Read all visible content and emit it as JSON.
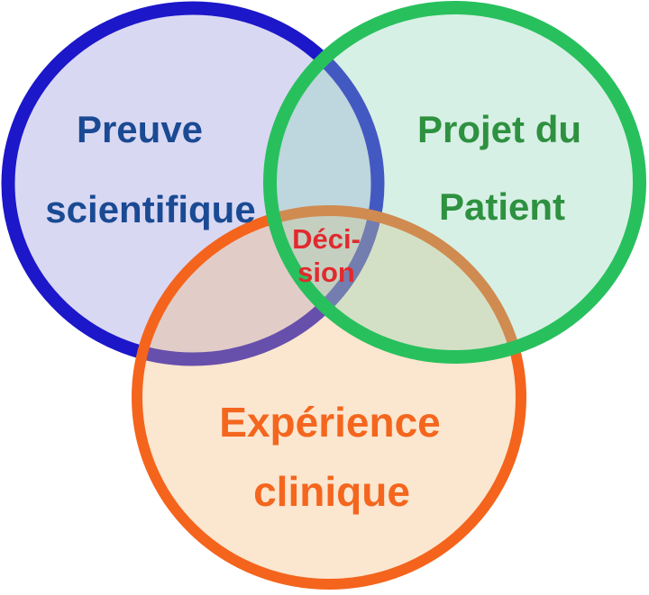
{
  "venn": {
    "sets": [
      {
        "name": "preuve-scientifique",
        "label_line1": "Preuve",
        "label_line2": "scientifique",
        "stroke": "#1c17c9",
        "fill": "#d9d8f3",
        "text_color": "#1a4a93"
      },
      {
        "name": "projet-du-patient",
        "label_line1": "Projet du",
        "label_line2": "Patient",
        "stroke": "#28c05d",
        "fill": "#8dd4b5",
        "text_color": "#2e9140"
      },
      {
        "name": "experience-clinique",
        "label_line1": "Expérience",
        "label_line2": "clinique",
        "stroke": "#f4641c",
        "fill": "#f4b876",
        "text_color": "#f4661e"
      }
    ],
    "intersection": {
      "name": "decision",
      "label_line1": "Déci-",
      "label_line2": "sion",
      "text_color": "#e12a2e"
    }
  }
}
